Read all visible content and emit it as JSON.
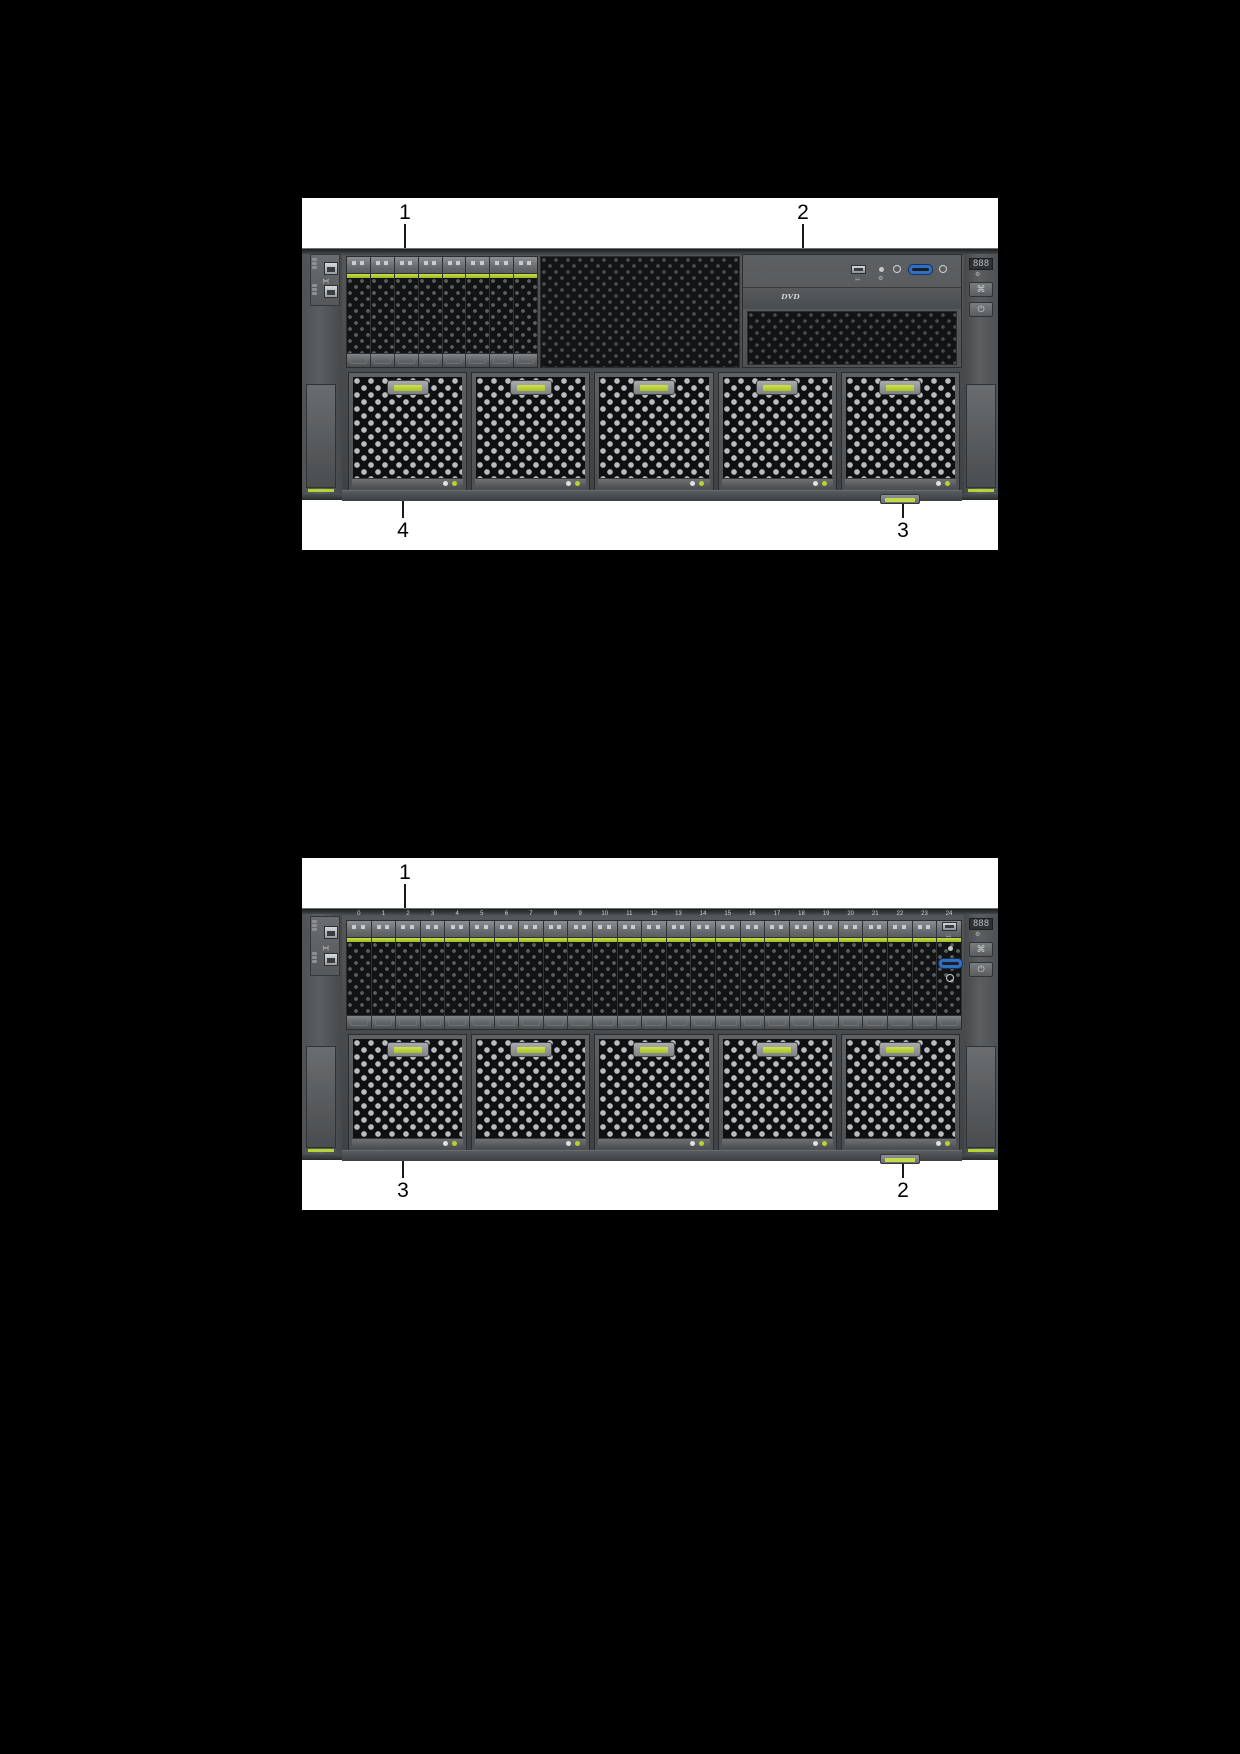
{
  "page": {
    "background_color": "#000000",
    "figure_plate_color": "#ffffff",
    "accent_green": "#b4d335",
    "vga_blue": "#2f6fc4"
  },
  "figures": [
    {
      "id": "figure-1",
      "name": "server-front-view-8-drive",
      "callouts": [
        {
          "label": "1",
          "target": "drive-bay"
        },
        {
          "label": "2",
          "target": "dvd-drive"
        },
        {
          "label": "3",
          "target": "rail-tab"
        },
        {
          "label": "4",
          "target": "power-supply"
        }
      ],
      "left_panel": {
        "usb_ports": [
          "usb-port-top",
          "usb-port-bottom"
        ],
        "led_labels": [
          "led-1",
          "led-2",
          "led-3",
          "led-4",
          "led-5",
          "led-6"
        ]
      },
      "drive_bays": {
        "count": 8,
        "labels": [
          "",
          "",
          "",
          "",
          "",
          "",
          "",
          ""
        ]
      },
      "io_strip": {
        "dvd_label": "DVD",
        "front_usb": "usb-front-port",
        "vga": "vga-connector",
        "indicators": [
          "id-led",
          "status-led"
        ]
      },
      "control_panel": {
        "display": "888",
        "buttons": [
          "uid-button",
          "power-button"
        ],
        "button_glyphs": [
          "⌘",
          "⏻"
        ]
      },
      "power_supplies": {
        "count": 5
      }
    },
    {
      "id": "figure-2",
      "name": "server-front-view-25-drive",
      "callouts": [
        {
          "label": "1",
          "target": "drive-bay"
        },
        {
          "label": "2",
          "target": "rail-tab"
        },
        {
          "label": "3",
          "target": "power-supply"
        }
      ],
      "left_panel": {
        "usb_ports": [
          "usb-port-top",
          "usb-port-bottom"
        ],
        "led_labels": [
          "led-1",
          "led-2",
          "led-3",
          "led-4",
          "led-5",
          "led-6"
        ]
      },
      "drive_bays": {
        "count": 25,
        "labels": [
          "0",
          "1",
          "2",
          "3",
          "4",
          "5",
          "6",
          "7",
          "8",
          "9",
          "10",
          "11",
          "12",
          "13",
          "14",
          "15",
          "16",
          "17",
          "18",
          "19",
          "20",
          "21",
          "22",
          "23",
          "24"
        ]
      },
      "control_panel": {
        "display": "888",
        "buttons": [
          "uid-button",
          "power-button"
        ],
        "button_glyphs": [
          "⌘",
          "⏻"
        ],
        "front_usb": "usb-front-port",
        "vga": "vga-connector"
      },
      "power_supplies": {
        "count": 5
      }
    }
  ]
}
